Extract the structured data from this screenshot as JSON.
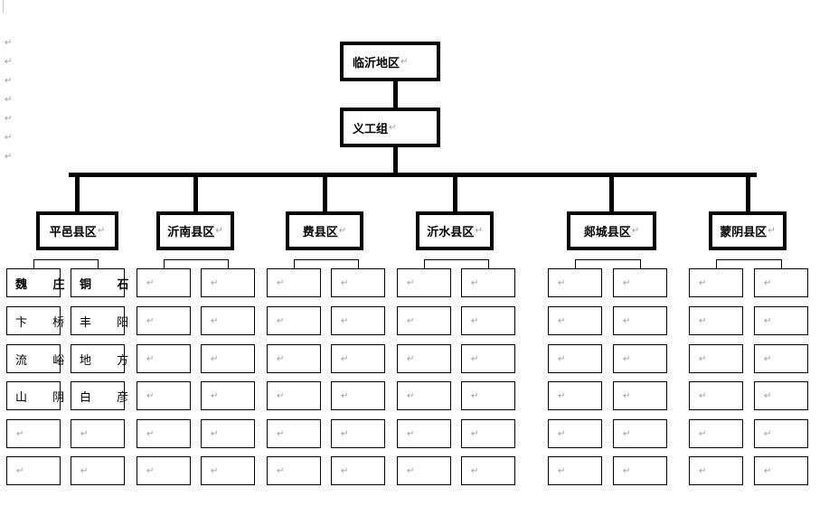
{
  "mark": "↵",
  "left_marks": [
    "↵",
    "↵",
    "↵",
    "↵",
    "↵",
    "↵",
    "↵"
  ],
  "root": {
    "label": "临沂地区"
  },
  "group": {
    "label": "义工组"
  },
  "districts": [
    {
      "name": "平邑县区",
      "cells": [
        [
          "魏 庄",
          "铜 石"
        ],
        [
          "卞 桥",
          "丰 阳"
        ],
        [
          "流 峪",
          "地 方"
        ],
        [
          "山 阴",
          "白 彦"
        ],
        [
          "",
          ""
        ],
        [
          "",
          ""
        ]
      ]
    },
    {
      "name": "沂南县区",
      "cells": [
        [
          "",
          ""
        ],
        [
          "",
          ""
        ],
        [
          "",
          ""
        ],
        [
          "",
          ""
        ],
        [
          "",
          ""
        ],
        [
          "",
          ""
        ]
      ]
    },
    {
      "name": "费县区",
      "cells": [
        [
          "",
          ""
        ],
        [
          "",
          ""
        ],
        [
          "",
          ""
        ],
        [
          "",
          ""
        ],
        [
          "",
          ""
        ],
        [
          "",
          ""
        ]
      ]
    },
    {
      "name": "沂水县区",
      "cells": [
        [
          "",
          ""
        ],
        [
          "",
          ""
        ],
        [
          "",
          ""
        ],
        [
          "",
          ""
        ],
        [
          "",
          ""
        ],
        [
          "",
          ""
        ]
      ]
    },
    {
      "name": "郯城县区",
      "cells": [
        [
          "",
          ""
        ],
        [
          "",
          ""
        ],
        [
          "",
          ""
        ],
        [
          "",
          ""
        ],
        [
          "",
          ""
        ],
        [
          "",
          ""
        ]
      ]
    },
    {
      "name": "蒙阴县区",
      "cells": [
        [
          "",
          ""
        ],
        [
          "",
          ""
        ],
        [
          "",
          ""
        ],
        [
          "",
          ""
        ],
        [
          "",
          ""
        ],
        [
          "",
          ""
        ]
      ]
    }
  ]
}
